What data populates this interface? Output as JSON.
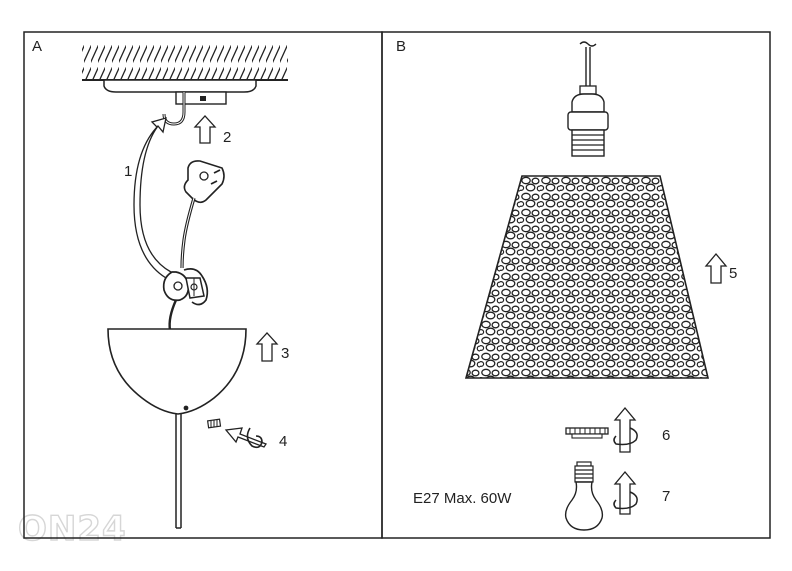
{
  "panels": {
    "a": {
      "label": "A"
    },
    "b": {
      "label": "B"
    }
  },
  "steps": {
    "s1": "1",
    "s2": "2",
    "s3": "3",
    "s4": "4",
    "s5": "5",
    "s6": "6",
    "s7": "7"
  },
  "bulb_spec": "E27 Max. 60W",
  "watermark": "ON24",
  "icons": [
    "arrow-up-icon",
    "curved-arrow-icon",
    "rotate-arrow-icon",
    "plug-icon",
    "bulb-icon",
    "ring-icon",
    "socket-icon",
    "screw-icon"
  ],
  "colors": {
    "line": "#222222",
    "background": "#ffffff",
    "watermark": "#d6d6d6"
  }
}
